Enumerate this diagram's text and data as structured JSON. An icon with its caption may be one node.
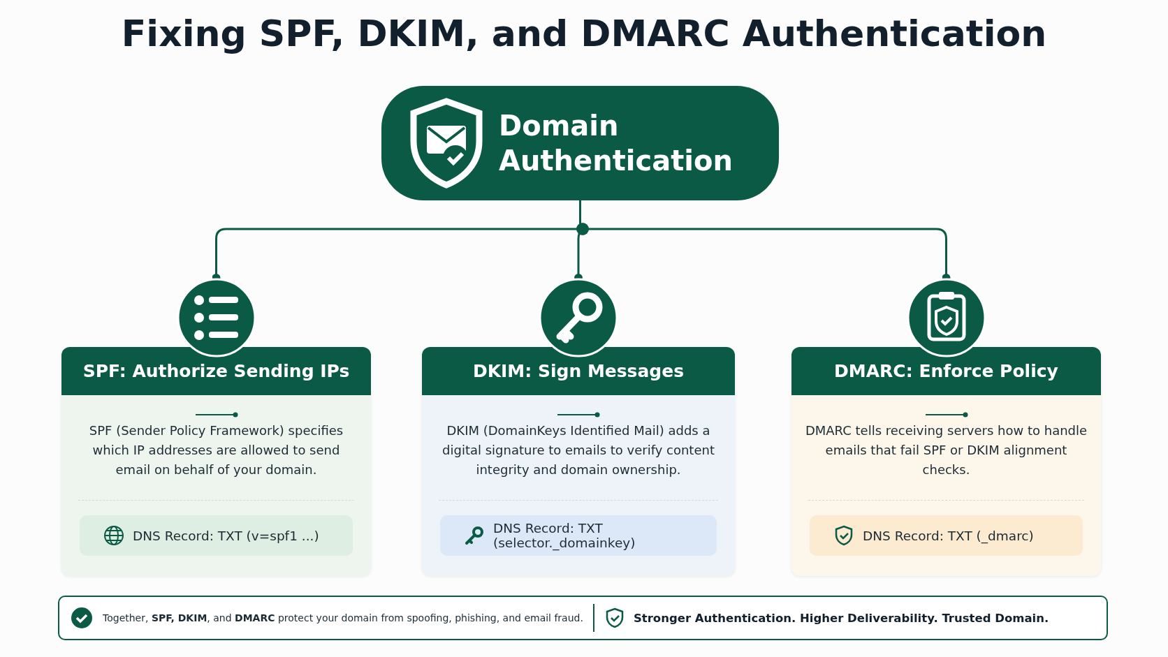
{
  "diagram": {
    "title": "Fixing SPF, DKIM, and DMARC Authentication",
    "nodes": [
      {
        "text": [
          "Domain Authentication"
        ]
      },
      {
        "text": [
          "SPF: Authorize Sending IPs",
          "SPF (Sender Policy Framework) specifies which IP addresses are allowed to send email on behalf of your domain.",
          "DNS Record: TXT (v=spf1 ...)"
        ]
      },
      {
        "text": [
          "DKIM: Sign Messages",
          "DKIM (DomainKeys Identified Mail) adds a digital signature to emails to verify content integrity and domain ownership.",
          "DNS Record: TXT (selector._domainkey)"
        ]
      },
      {
        "text": [
          "DMARC: Enforce Policy",
          "DMARC tells receiving servers how to handle emails that fail SPF or DKIM alignment checks.",
          "DNS Record: TXT (_dmarc)"
        ]
      }
    ],
    "edges": [
      {
        "from": 0,
        "to": 1,
        "arrow": "other"
      },
      {
        "from": 0,
        "to": 2,
        "arrow": "other"
      },
      {
        "from": 0,
        "to": 3,
        "arrow": "other"
      }
    ],
    "labels": [
      "Together, **SPF, DKIM**, and **DMARC** protect your domain from spoofing, phishing, and email fraud.",
      "Stronger Authentication. Higher Deliverability. Trusted Domain."
    ]
  }
}
